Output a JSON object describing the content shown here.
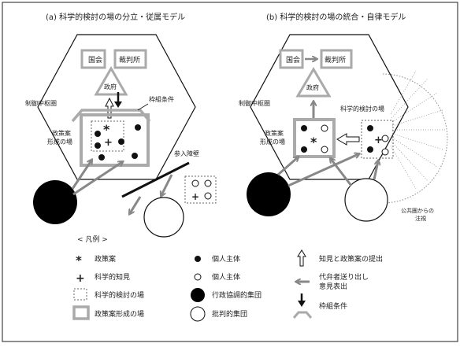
{
  "panels": {
    "a": {
      "title": "(a) 科学的検討の場の分立・従属モデル",
      "kokkai": "国会",
      "saibansho": "裁判所",
      "seifu": "政府",
      "seigyo": "制御中枢圏",
      "wakugumi": "枠組条件",
      "seisakuan_line1": "政策案",
      "seisakuan_line2": "形成の場",
      "sannyu": "参入障壁"
    },
    "b": {
      "title": "(b) 科学的検討の場の統合・自律モデル",
      "kokkai": "国会",
      "saibansho": "裁判所",
      "seifu": "政府",
      "seigyo": "制御中枢圏",
      "kagakuteki": "科学的検討の場",
      "seisakuan_line1": "政策案",
      "seisakuan_line2": "形成の場",
      "kokyo_line1": "公共圏からの",
      "kokyo_line2": "注視"
    }
  },
  "legend": {
    "heading": "< 凡例 >",
    "items": [
      {
        "id": "policy-proposal",
        "label": "政策案"
      },
      {
        "id": "scientific-knowledge",
        "label": "科学的知見"
      },
      {
        "id": "scientific-forum",
        "label": "科学的検討の場"
      },
      {
        "id": "policy-forum",
        "label": "政策案形成の場"
      },
      {
        "id": "individual-black",
        "label": "個人主体"
      },
      {
        "id": "individual-white",
        "label": "個人主体"
      },
      {
        "id": "admin-group",
        "label": "行政協調的集団"
      },
      {
        "id": "critical-group",
        "label": "批判的集団"
      },
      {
        "id": "knowledge-submission",
        "label": "知見と政策案の提出"
      },
      {
        "id": "representative-line1",
        "label": "代弁者送り出し"
      },
      {
        "id": "representative-line2",
        "label": "意見表出"
      },
      {
        "id": "framework-line",
        "label": "枠組条件"
      }
    ]
  }
}
